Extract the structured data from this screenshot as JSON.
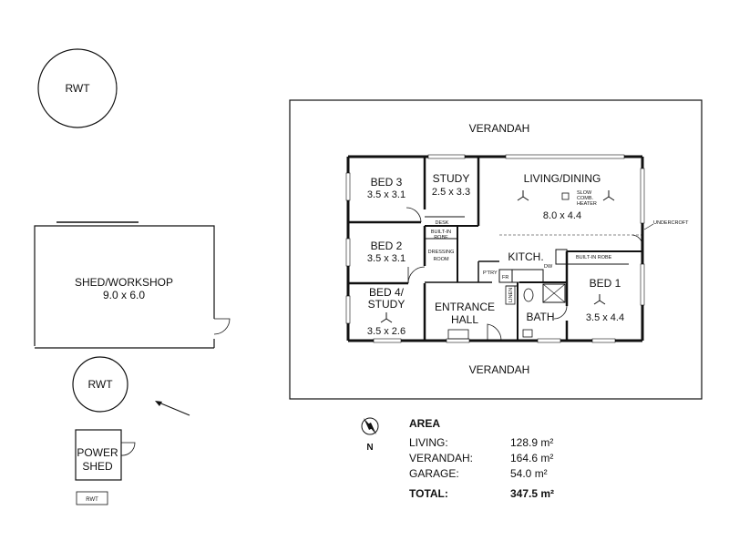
{
  "plan": {
    "rwt_top": "RWT",
    "rwt_left": "RWT",
    "rwt_small": "RWT",
    "shed": {
      "title": "SHED/WORKSHOP",
      "dims": "9.0 x 6.0"
    },
    "power_shed": {
      "line1": "POWER",
      "line2": "SHED"
    },
    "verandah_top": "VERANDAH",
    "verandah_bottom": "VERANDAH",
    "rooms": {
      "bed3": {
        "name": "BED 3",
        "dims": "3.5 x 3.1"
      },
      "study": {
        "name": "STUDY",
        "dims": "2.5 x 3.3"
      },
      "living": {
        "name": "LIVING/DINING",
        "dims": "8.0 x 4.4"
      },
      "bed2": {
        "name": "BED 2",
        "dims": "3.5 x 3.1"
      },
      "bed4": {
        "name1": "BED 4/",
        "name2": "STUDY",
        "dims": "3.5 x 2.6"
      },
      "kitchen": {
        "name": "KITCH."
      },
      "entrance": {
        "name1": "ENTRANCE",
        "name2": "HALL"
      },
      "bath": {
        "name": "BATH"
      },
      "bed1": {
        "name": "BED 1",
        "dims": "3.5 x 4.4"
      }
    },
    "small_labels": {
      "desk": "DESK",
      "builtin1": "BUILT-IN",
      "robe1": "ROBE",
      "dressing1": "DRESSING",
      "dressing2": "ROOM",
      "slow1": "SLOW",
      "slow2": "COMB.",
      "slow3": "HEATER",
      "undercroft": "UNDERCROFT",
      "builtin_robe": "BUILT-IN ROBE",
      "ptry": "P'TRY",
      "fr": "FR",
      "dw": "DW",
      "linen": "LINEN"
    }
  },
  "compass": {
    "label": "N"
  },
  "area": {
    "heading": "AREA",
    "rows": [
      {
        "label": "LIVING:",
        "value": "128.9 m²"
      },
      {
        "label": "VERANDAH:",
        "value": "164.6 m²"
      },
      {
        "label": "GARAGE:",
        "value": "54.0 m²"
      }
    ],
    "total": {
      "label": "TOTAL:",
      "value": "347.5 m²"
    }
  }
}
